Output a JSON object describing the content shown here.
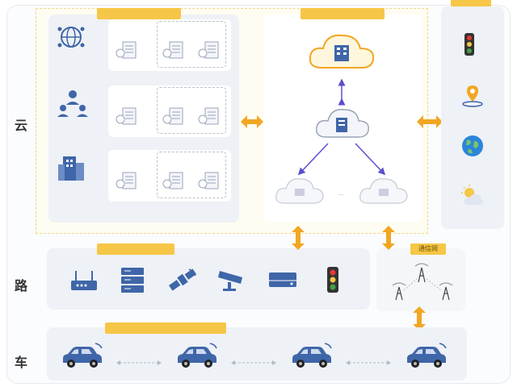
{
  "layers": {
    "cloud": "云",
    "road": "路",
    "vehicle": "车"
  },
  "edge_platform": {
    "title": "",
    "groups": [
      {
        "name": "",
        "tag1": "",
        "tag2": ""
      },
      {
        "name": "",
        "tag1": "",
        "tag2": ""
      },
      {
        "name": "",
        "tag1": "",
        "tag2": ""
      }
    ]
  },
  "cloud_platform": {
    "title": "",
    "center_cloud": "",
    "regional_cloud": "",
    "edge_cloud_left": "",
    "edge_cloud_right": "",
    "ellipsis": "···"
  },
  "external": {
    "items": [
      {
        "label": "",
        "icon": "traffic-light-icon"
      },
      {
        "label": "",
        "icon": "location-pin-icon"
      },
      {
        "label": "",
        "icon": "globe-icon"
      },
      {
        "label": "",
        "icon": "weather-icon"
      }
    ]
  },
  "road_infra": {
    "title": "",
    "devices": [
      "router-icon",
      "server-rack-icon",
      "satellite-icon",
      "camera-icon",
      "storage-device-icon",
      "traffic-light-icon"
    ]
  },
  "network": {
    "title": "通信网"
  },
  "vehicles": {
    "title": "",
    "links": [
      "",
      "",
      ""
    ]
  },
  "colors": {
    "accent": "#f6c646",
    "blue": "#3f66a8",
    "purple": "#5a4fcf",
    "orange": "#f2a623",
    "panel": "#eef1f6"
  }
}
